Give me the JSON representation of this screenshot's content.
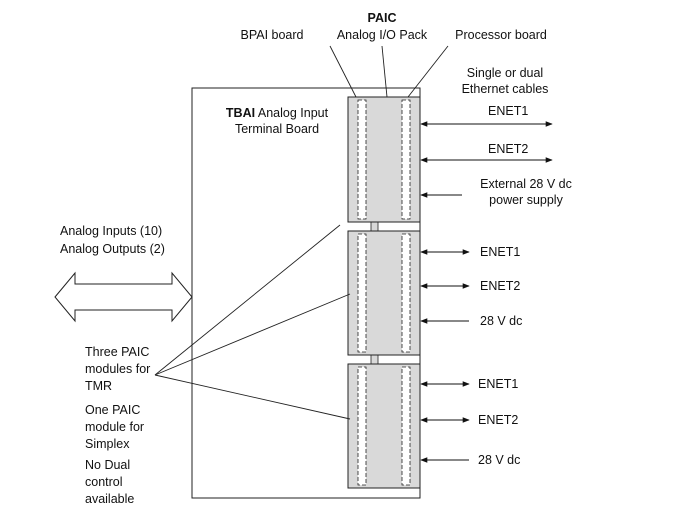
{
  "header": {
    "bpai_label": "BPAI board",
    "paic_title": "PAIC",
    "paic_subtitle": "Analog I/O Pack",
    "processor_label": "Processor board"
  },
  "cables": {
    "line1": "Single or dual",
    "line2": "Ethernet cables"
  },
  "tbai": {
    "name_bold": "TBAI",
    "name_rest": " Analog Input",
    "line2": "Terminal Board"
  },
  "io": {
    "line1": "Analog Inputs  (10)",
    "line2": "Analog Outputs  (2)"
  },
  "modules": [
    {
      "enet1": "ENET1",
      "enet2": "ENET2",
      "power_line1": "External 28 V dc",
      "power_line2": "power supply"
    },
    {
      "enet1": "ENET1",
      "enet2": "ENET2",
      "power": "28 V dc"
    },
    {
      "enet1": "ENET1",
      "enet2": "ENET2",
      "power": "28 V dc"
    }
  ],
  "notes": {
    "tmr": [
      "Three PAIC",
      "modules for",
      "TMR"
    ],
    "simplex": [
      "One PAIC",
      "module for",
      "Simplex"
    ],
    "nodual": [
      "No Dual",
      "control",
      "available"
    ]
  }
}
